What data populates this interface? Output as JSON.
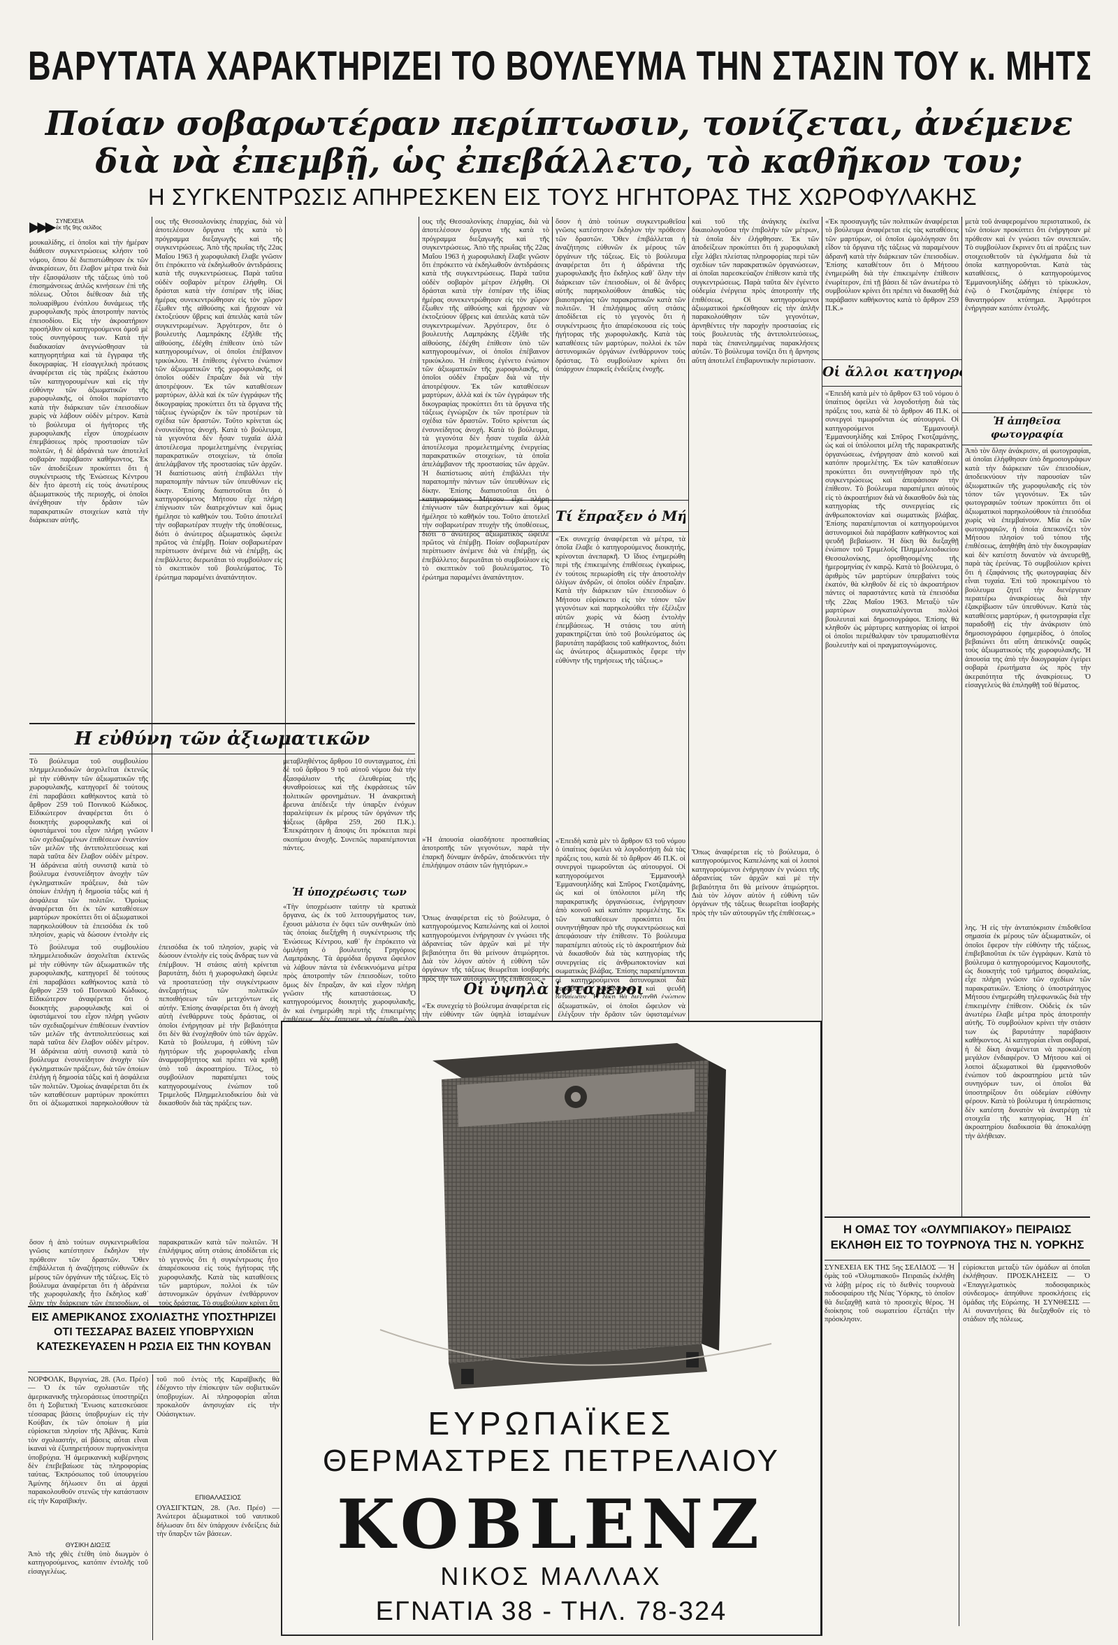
{
  "headline": {
    "main": "ΒΑΡΥΤΑΤΑ ΧΑΡΑΚΤΗΡΙΖΕΙ ΤΟ ΒΟΥΛΕΥΜΑ ΤΗΝ ΣΤΑΣΙΝ ΤΟΥ κ. ΜΗΤΣΟΥ",
    "italic_line1": "Ποίαν σοβαρωτέραν περίπτωσιν, τονίζεται, ἀνέμενε",
    "italic_line2": "διὰ νὰ ἐπεμβῇ, ὡς ἐπεβάλλετο, τὸ καθῆκον του;",
    "subtitle": "Η ΣΥΓΚΕΝΤΡΩΣΙΣ ΑΠΗΡΕΣΚΕΝ ΕΙΣ ΤΟΥΣ ΗΓΗΤΟΡΑΣ ΤΗΣ ΧΩΡΟΦΥΛΑΚΗΣ"
  },
  "col1_top": {
    "arrows": "▶▶▶",
    "continuation": "ΣΥΝΕΧΕΙΑ\nἐκ τῆς 9ης σελίδος",
    "body": "μουκαλίδης, εἰ ὁποῖοι καὶ τὴν ἡμέραν διάθεσιν συγκεντρώσεως κλήσιν τοῦ νόμου, ὅπου δὲ διεπιστώθησαν ἐκ τῶν ἀνακρίσεων, ὅτι ἔλαβον μέτρα τινὰ διὰ τὴν ἐξασφάλισιν τῆς τάξεως ὑπὸ τοῦ ἐπισημάνσεως ἁπλῶς κινήσεων ἐπὶ τῆς πόλεως. Οὗτοι διέθεσαν διὰ τῆς πολυαρίθμου ἐνόπλου δυνάμεως τῆς χωροφυλακῆς πρὸς ἀποτροπὴν παντὸς ἐπεισοδίου. Εἰς τὴν ἀκροατήριον προσήλθον οἱ κατηγορούμενοι ὁμοῦ μὲ τοὺς συνηγόρους των. Κατὰ τὴν διαδικασίαν ἀνεγνώσθησαν τὰ κατηγορητήρια καὶ τὰ ἔγγραφα τῆς δικογραφίας. Ἡ εἰσαγγελικὴ πρότασις ἀναφέρεται εἰς τὰς πράξεις ἑκάστου τῶν κατηγορουμένων καὶ εἰς τὴν εὐθύνην τῶν ἀξιωματικῶν τῆς χωροφυλακῆς, οἱ ὁποῖοι παρίσταντο κατὰ τὴν διάρκειαν τῶν ἐπεισοδίων χωρὶς νὰ λάβουν οὐδὲν μέτρον. Κατὰ τὸ βούλευμα οἱ ἡγήτορες τῆς χωροφυλακῆς εἶχον ὑποχρέωσιν ἐπεμβάσεως πρὸς προστασίαν τῶν πολιτῶν, ἡ δὲ ἀδράνειά των ἀποτελεῖ σοβαρὰν παράβασιν καθήκοντος. Ἐκ τῶν ἀποδείξεων προκύπτει ὅτι ἡ συγκέντρωσις τῆς Ἑνώσεως Κέντρου δὲν ἦτο ἀρεστὴ εἰς τοὺς ἀνωτέρους ἀξιωματικοὺς τῆς περιοχῆς, οἱ ὁποῖοι ἀνέχθησαν τὴν δρᾶσιν τῶν παρακρατικῶν στοιχείων κατὰ τὴν διάρκειαν αὐτῆς."
  },
  "section_accountability": {
    "title": "Η εὐθύνη τῶν ἀξιωματικῶν",
    "body_left": "Τὸ βούλευμα τοῦ συμβουλίου πλημμελειοδικῶν ἀσχολεῖται ἐκτενῶς μὲ τὴν εὐθύνην τῶν ἀξιωματικῶν τῆς χωροφυλακῆς, κατηγορεῖ δὲ τούτους ἐπὶ παραβάσει καθήκοντος κατὰ τὸ ἄρθρον 259 τοῦ Ποινικοῦ Κώδικος. Εἰδικώτερον ἀναφέρεται ὅτι ὁ διοικητὴς χωροφυλακῆς καὶ οἱ ὑφιστάμενοί του εἶχον πλήρη γνῶσιν τῶν σχεδιαζομένων ἐπιθέσεων ἐναντίον τῶν μελῶν τῆς ἀντιπολιτεύσεως καὶ παρὰ ταῦτα δὲν ἔλαβον οὐδὲν μέτρον. Ἡ ἀδράνεια αὐτὴ συνιστᾷ κατὰ τὸ βούλευμα ἐνσυνείδητον ἀνοχὴν τῶν ἐγκληματικῶν πράξεων, διὰ τῶν ὁποίων ἐπλήγη ἡ δημοσία τάξις καὶ ἡ ἀσφάλεια τῶν πολιτῶν. Ὁμοίως ἀναφέρεται ὅτι ἐκ τῶν καταθέσεων μαρτύρων προκύπτει ὅτι οἱ ἀξιωματικοὶ παρηκολούθουν τὰ ἐπεισόδια ἐκ τοῦ πλησίον, χωρὶς νὰ δώσουν ἐντολὴν εἰς τοὺς ἄνδρας των νὰ ἐπέμβουν. Ἡ στάσις αὐτὴ κρίνεται βαρυτάτη, διότι ἡ χωροφυλακὴ ὤφειλε νὰ προστατεύσῃ τὴν συγκέντρωσιν ἀνεξαρτήτως τῶν πολιτικῶν πεποιθήσεων τῶν μετεχόντων εἰς αὐτήν. Ἐπίσης ἀναφέρεται ὅτι ἡ ἀνοχὴ αὐτὴ ἐνεθάρρυνε τοὺς δράστας, οἱ ὁποῖοι ἐνήργησαν μὲ τὴν βεβαιότητα ὅτι δὲν θὰ ἐνοχληθοῦν ὑπὸ τῶν ἀρχῶν. Κατὰ τὸ βούλευμα, ἡ εὐθύνη τῶν ἡγητόρων τῆς χωροφυλακῆς εἶναι ἀναμφισβήτητος καὶ πρέπει νὰ κριθῇ ὑπὸ τοῦ ἀκροατηρίου. Τέλος, τὸ συμβούλιον παραπέμπει τοὺς κατηγορουμένους ἐνώπιον τοῦ Τριμελοῦς Πλημμελειοδικείου διὰ νὰ δικασθοῦν διὰ τὰς πράξεις των.",
    "body_right": "μεταβληθέντος ἄρθρου 10 συνταγματος, ἐπὶ δὲ τοῦ ἄρθρου 9 τοῦ αὐτοῦ νόμου διὰ τὴν ἐξασφάλισιν τῆς ἐλευθερίας τῆς συναθροίσεως καὶ τῆς ἐκφράσεως τῶν πολιτικῶν φρονημάτων. Ἡ ἀνακριτικὴ ἔρευνα ἀπέδειξε τὴν ὑπαρξιν ἐνόχων παραλείψεων ἐκ μέρους τῶν ὀργάνων τῆς τάξεως (ἄρθρα 259, 260 Π.Κ.). Ἐπεκράτησεν ἡ ἄποψις ὅτι πρόκειται περὶ σκοπίμου ἀνοχῆς. Συνεπῶς παραπέμπονται πάντες.",
    "body_obligation_title": "Ἡ ὑποχρέωσις των",
    "body_obligation": "«Τὴν ὑποχρέωσιν ταύτην τὰ κρατικὰ ὄργανα, ὡς ἐκ τοῦ λειτουργήματος των, ἔχουσι μάλιστα ἐν ὄψει τῶν συνθηκῶν ὑπὸ τὰς ὁποίας διεξήχθη ἡ συγκέντρωσις τῆς Ἑνώσεως Κέντρου, καθ᾿ ἣν ἐπρόκειτο νὰ ὁμιλήσῃ ὁ βουλευτὴς Γρηγόριος Λαμπράκης. Τὰ ἀρμόδια ὄργανα ὤφειλον νὰ λάβουν πάντα τὰ ἐνδεικνυόμενα μέτρα πρὸς ἀποτροπὴν τῶν ἐπεισοδίων, τοῦτο ὅμως δὲν ἔπραξαν, ἂν καὶ εἶχον πλήρη γνῶσιν τῆς καταστάσεως. Ὁ κατηγορούμενος διοικητὴς χωροφυλακῆς, ἂν καὶ ἐνημερώθη περὶ τῆς ἐπικειμένης ἐπιθέσεως, δὲν ἔσπευσε νὰ ἐπέμβῃ, ἐνῷ ἠδύνατο διὰ τῶν διαθεσίμων δυνάμεων νὰ ἀποτρέψῃ τὸ ἔγκλημα. Ἐκ τούτων συνάγεται ὅτι ἡ ἀδράνεια ἦτο ἐσκεμμένη.»"
  },
  "col3": {
    "body": "ους τῆς Θεσσαλονίκης ἐπαρχίας, διὰ νὰ ἀποτελέσουν ὄργανα τῆς κατὰ τὸ πρόγραμμα διεξαγωγῆς καὶ τῆς συγκεντρώσεως. Ἀπὸ τῆς πρωΐας τῆς 22ας Μαΐου 1963 ἡ χωροφυλακὴ ἔλαβε γνῶσιν ὅτι ἐπρόκειτο νὰ ἐκδηλωθοῦν ἀντιδράσεις κατὰ τῆς συγκεντρώσεως. Παρὰ ταῦτα οὐδὲν σοβαρὸν μέτρον ἐλήφθη. Οἱ δράσται κατὰ τὴν ἐσπέραν τῆς ἰδίας ἡμέρας συνεκεντρώθησαν εἰς τὸν χῶρον ἔξωθεν τῆς αἰθούσης καὶ ἤρχισαν νὰ ἐκτοξεύουν ὕβρεις καὶ ἀπειλὰς κατὰ τῶν συγκεντρωμένων. Ἀργότερον, ὅτε ὁ βουλευτὴς Λαμπράκης ἐξῆλθε τῆς αἰθούσης, ἐδέχθη ἐπίθεσιν ὑπὸ τῶν κατηγορουμένων, οἱ ὁποῖοι ἐπέβαινον τρικύκλου. Ἡ ἐπίθεσις ἐγένετο ἐνώπιον τῶν ἀξιωματικῶν τῆς χωροφυλακῆς, οἱ ὁποῖοι οὐδὲν ἔπραξαν διὰ νὰ τὴν ἀποτρέψουν. Ἐκ τῶν καταθέσεων μαρτύρων, ἀλλὰ καὶ ἐκ τῶν ἐγγράφων τῆς δικογραφίας προκύπτει ὅτι τὰ ὄργανα τῆς τάξεως ἐγνώριζον ἐκ τῶν προτέρων τὰ σχέδια τῶν δραστῶν. Τοῦτο κρίνεται ὡς ἐνσυνείδητος ἀνοχή. Κατὰ τὸ βούλευμα, τὰ γεγονότα δὲν ἦσαν τυχαῖα ἀλλὰ ἀποτέλεσμα προμελετημένης ἐνεργείας παρακρατικῶν στοιχείων, τὰ ὁποῖα ἀπελάμβανον τῆς προστασίας τῶν ἀρχῶν. Ἡ διαπίστωσις αὐτὴ ἐπιβάλλει τὴν παραπομπὴν πάντων τῶν ὑπευθύνων εἰς δίκην. Ἐπίσης διαπιστοῦται ὅτι ὁ κατηγορούμενος Μήτσου εἶχε πλήρη ἐπίγνωσιν τῶν διατρεχόντων καὶ ὅμως ἠμέλησε τὸ καθῆκόν του. Τοῦτο ἀποτελεῖ τὴν σοβαρωτέραν πτυχὴν τῆς ὑποθέσεως, διότι ὁ ἀνώτερος ἀξιωματικὸς ὤφειλε πρῶτος νὰ ἐπέμβῃ. Ποίαν σοβαρωτέραν περίπτωσιν ἀνέμενε διὰ νὰ ἐπέμβῃ, ὡς ἐπεβάλλετο; διερωτᾶται τὸ συμβούλιον εἰς τὸ σκεπτικὸν τοῦ βουλεύματος. Τὸ ἐρώτημα παραμένει ἀναπάντητον.",
    "closing": "»Ἡ ἀπουσία οἱασδήποτε προσπαθείας ἀποτροπῆς τῶν γεγονότων, παρὰ τὴν ἐπαρκῆ δύναμιν ἀνδρῶν, ἀποδεικνύει τὴν ἐπιλήψιμον στάσιν τῶν ἡγητόρων.»"
  },
  "col4": {
    "body": "ὅσον ἡ ἀπὸ τούτων συγκεντρωθεῖσα γνῶσις κατέστησεν ἔκδηλον τὴν πρόθεσιν τῶν δραστῶν. Ὅθεν ἐπιβάλλεται ἡ ἀναζήτησις εὐθυνῶν ἐκ μέρους τῶν ὀργάνων τῆς τάξεως. Εἰς τὸ βούλευμα ἀναφέρεται ὅτι ἡ ἀδράνεια τῆς χωροφυλακῆς ἦτο ἔκδηλος καθ᾿ ὅλην τὴν διάρκειαν τῶν ἐπεισοδίων, οἱ δὲ ἄνδρες αὐτῆς παρηκολούθουν ἀπαθῶς τὰς βιαιοπραγίας τῶν παρακρατικῶν κατὰ τῶν πολιτῶν. Ἡ ἐπιλήψιμος αὕτη στάσις ἀποδίδεται εἰς τὸ γεγονὸς ὅτι ἡ συγκέντρωσις ἦτο ἀπαρέσκουσα εἰς τοὺς ἡγήτορας τῆς χωροφυλακῆς. Κατὰ τὰς καταθέσεις τῶν μαρτύρων, πολλοὶ ἐκ τῶν ἀστυνομικῶν ὀργάνων ἐνεθάρρυνον τοὺς δράστας. Τὸ συμβούλιον κρίνει ὅτι ὑπάρχουν ἐπαρκεῖς ἐνδείξεις ἐνοχῆς.",
    "section_title": "Τί ἔπραξεν ὁ Μήτσου",
    "section_body": "«Ἐκ συνεχείᾳ ἀναφέρεται νὰ μέτρα, τὰ ὁποῖα ἔλαβε ὁ κατηγορούμενος διοικητής, κρίνονται ἀνεπαρκῆ. Ὁ ἴδιος ἐνημερώθη περὶ τῆς ἐπικειμένης ἐπιθέσεως ἐγκαίρως, ἐν τούτοις περιωρίσθη εἰς τὴν ἀποστολὴν ὀλίγων ἀνδρῶν, οἱ ὁποῖοι οὐδὲν ἔπραξαν. Κατὰ τὴν διάρκειαν τῶν ἐπεισοδίων ὁ Μήτσου εὑρίσκετο εἰς τὸν τόπον τῶν γεγονότων καὶ παρηκολούθει τὴν ἐξέλιξιν αὐτῶν χωρὶς νὰ δώσῃ ἐντολὴν ἐπεμβάσεως. Ἡ στάσις του αὐτὴ χαρακτηρίζεται ὑπὸ τοῦ βουλεύματος ὡς βαρυτάτη παράβασις τοῦ καθήκοντος, διότι ὡς ἀνώτερος ἀξιωματικὸς ἔφερε τὴν εὐθύνην τῆς τηρήσεως τῆς τάξεως.»",
    "section2_title": "Οἱ ὑψηλὰ ἱστάμενοι",
    "section2_body": "«Ἐκ συνεχείᾳ τὸ βούλευμα ἀναφέρεται εἰς τὴν εὐθύνην τῶν ὑψηλὰ ἱσταμένων ἀξιωματικῶν, οἱ ὁποῖοι ὤφειλον νὰ ἐλέγξουν τὴν δρᾶσιν τῶν ὑφισταμένων των.»"
  },
  "col5": {
    "body": "καὶ τοῦ τῆς ἀνάγκης ἐκεῖνα δικαιολογοῦσα τὴν ἐπιβολὴν τῶν μέτρων, τὰ ὁποῖα δὲν ἐλήφθησαν. Ἐκ τῶν ἀποδείξεων προκύπτει ὅτι ἡ χωροφυλακὴ εἶχε λάβει πλείστας πληροφορίας περὶ τῶν σχεδίων τῶν παρακρατικῶν ὀργανώσεων, αἱ ὁποῖαι παρεσκεύαζον ἐπίθεσιν κατὰ τῆς συγκεντρώσεως. Παρὰ ταῦτα δὲν ἐγένετο οὐδεμία ἐνέργεια πρὸς ἀποτροπὴν τῆς ἐπιθέσεως. Οἱ κατηγορούμενοι ἀξιωματικοὶ ἠρκέσθησαν εἰς τὴν ἁπλῆν παρακολούθησιν τῶν γεγονότων, ἀρνηθέντες τὴν παροχὴν προστασίας εἰς τοὺς βουλευτὰς τῆς ἀντιπολιτεύσεως, παρὰ τὰς ἐπανειλημμένας παρακλήσεις αὐτῶν. Τὸ βούλευμα τονίζει ὅτι ἡ ἄρνησις αὕτη ἀποτελεῖ ἐπιβαρυντικὴν περίστασιν.",
    "closing": "Ὅπως ἀναφέρεται εἰς τὸ βούλευμα, ὁ κατηγορούμενος Καπελώνης καὶ οἱ λοιποὶ κατηγορούμενοι ἐνήργησαν ἐν γνώσει τῆς ἀδρανείας τῶν ἀρχῶν καὶ μὲ τὴν βεβαιότητα ὅτι θὰ μείνουν ἀτιμώρητοι. Διὰ τὸν λόγον αὐτὸν ἡ εὐθύνη τῶν ὀργάνων τῆς τάξεως θεωρεῖται ἰσοβαρὴς πρὸς τὴν τῶν αὐτουργῶν τῆς ἐπιθέσεως.»"
  },
  "col6": {
    "top": "«Ἐκ προσαγωγῆς τῶν πολιτικῶν ἀναφέρεται τὸ βούλευμα ἀναφέρεται εἰς τὰς καταθέσεις τῶν μαρτύρων, οἱ ὁποῖοι ὡμολόγησαν ὅτι εἶδον τὰ ὄργανα τῆς τάξεως νὰ παραμένουν ἀδρανῆ κατὰ τὴν διάρκειαν τῶν ἐπεισοδίων. Ἐπίσης καταθέτουν ὅτι ὁ Μήτσου ἐνημερώθη διὰ τὴν ἐπικειμένην ἐπίθεσιν ἐνωρίτερον, ἐπὶ τῇ βάσει δὲ τῶν ἀνωτέρω τὸ συμβούλιον κρίνει ὅτι πρέπει νὰ δικασθῇ διὰ παράβασιν καθήκοντος κατὰ τὸ ἄρθρον 259 Π.Κ.»",
    "section_title": "Οἱ ἄλλοι κατηγορούμενοι",
    "section_body": "«Ἐπειδὴ κατὰ μὲν τὸ ἄρθρον 63 τοῦ νόμου ὁ ὑπαίτιος ὀφείλει νὰ λογοδοτήσῃ διὰ τὰς πράξεις του, κατὰ δὲ τὸ ἄρθρον 46 Π.Κ. οἱ συνεργοὶ τιμωροῦνται ὡς αὐτουργοί. Οἱ κατηγορούμενοι Ἐμμανουὴλ Ἐμμανουηλίδης καὶ Σπῦρος Γκοτζαμάνης, ὡς καὶ οἱ ὑπόλοιποι μέλη τῆς παρακρατικῆς ὀργανώσεως, ἐνήργησαν ἀπὸ κοινοῦ καὶ κατόπιν προμελέτης. Ἐκ τῶν καταθέσεων προκύπτει ὅτι συνηντήθησαν πρὸ τῆς συγκεντρώσεως καὶ ἀπεφάσισαν τὴν ἐπίθεσιν. Τὸ βούλευμα παραπέμπει αὐτοὺς εἰς τὸ ἀκροατήριον διὰ νὰ δικασθοῦν διὰ τὰς κατηγορίας τῆς συνεργείας εἰς ἀνθρωποκτονίαν καὶ σωματικὰς βλάβας. Ἐπίσης παραπέμπονται οἱ κατηγορούμενοι ἀστυνομικοὶ διὰ παράβασιν καθήκοντος καὶ ψευδῆ βεβαίωσιν. Ἡ δίκη θὰ διεξαχθῇ ἐνώπιον τοῦ Τριμελοῦς Πλημμελειοδικείου Θεσσαλονίκης, ὁρισθησομένης τῆς ἡμερομηνίας ἐν καιρῷ. Κατὰ τὸ βούλευμα, ὁ ἀριθμὸς τῶν μαρτύρων ὑπερβαίνει τοὺς ἑκατόν, θὰ κληθοῦν δὲ εἰς τὸ ἀκροατήριον πάντες οἱ παραστάντες κατὰ τὰ ἐπεισόδια τῆς 22ας Μαΐου 1963. Μεταξὺ τῶν μαρτύρων συγκαταλέγονται πολλοὶ βουλευταὶ καὶ δημοσιογράφοι. Ἐπίσης θὰ κληθοῦν ὡς μάρτυρες κατηγορίας οἱ ἰατροὶ οἱ ὁποῖοι περιέθαλψαν τὸν τραυματισθέντα βουλευτὴν καὶ οἱ πραγματογνώμονες."
  },
  "col7": {
    "body": "μετὰ τοῦ ἀναφερομένου περιστατικοῦ, ἐκ τῶν ὁποίων προκύπτει ὅτι ἐνήργησαν μὲ πρόθεσιν καὶ ἐν γνώσει τῶν συνεπειῶν. Τὸ συμβούλιον ἔκρινεν ὅτι αἱ πράξεις των στοιχειοθετοῦν τὰ ἐγκλήματα διὰ τὰ ὁποῖα κατηγοροῦνται. Κατὰ τὰς καταθέσεις, ὁ κατηγορούμενος Ἐμμανουηλίδης ὡδήγει τὸ τρίκυκλον, ἐνῷ ὁ Γκοτζαμάνης ἐπέφερε τὸ θανατηφόρον κτύπημα. Ἀμφότεροι ἐνήργησαν κατόπιν ἐντολῆς.",
    "section_title": "Ἡ ἀπηθεῖσα φωτογραφία",
    "section_body": "Ἀπὸ τὸν ὅλην ἀνάκρισιν, αἱ φωτογραφίαι, αἱ ὁποῖαι ἐλήφθησαν ὑπὸ δημοσιογράφων κατὰ τὴν διάρκειαν τῶν ἐπεισοδίων, ἀποδεικνύουν τὴν παρουσίαν τῶν ἀξιωματικῶν τῆς χωροφυλακῆς εἰς τὸν τόπον τῶν γεγονότων. Ἐκ τῶν φωτογραφιῶν τούτων προκύπτει ὅτι οἱ ἀξιωματικοὶ παρηκολούθουν τὰ ἐπεισόδια χωρὶς νὰ ἐπεμβαίνουν. Μία ἐκ τῶν φωτογραφιῶν, ἡ ὁποία ἀπεικονίζει τὸν Μήτσου πλησίον τοῦ τόπου τῆς ἐπιθέσεως, ἀπηθήθη ἀπὸ τὴν δικογραφίαν καὶ δὲν κατέστη δυνατὸν νὰ ἀνευρεθῇ, παρὰ τὰς ἐρεύνας. Τὸ συμβούλιον κρίνει ὅτι ἡ ἐξαφάνισις τῆς φωτογραφίας δὲν εἶναι τυχαία. Ἐπὶ τοῦ προκειμένου τὸ βούλευμα ζητεῖ τὴν διενέργειαν περαιτέρω ἀνακρίσεως διὰ τὴν ἐξακρίβωσιν τῶν ὑπευθύνων. Κατὰ τὰς καταθέσεις μαρτύρων, ἡ φωτογραφία εἶχε παραδοθῇ εἰς τὴν ἀνάκρισιν ὑπὸ δημοσιογράφου ἐφημερίδος, ὁ ὁποῖος βεβαιώνει ὅτι αὕτη ἀπεικόνιζε σαφῶς τοὺς ἀξιωματικοὺς τῆς χωροφυλακῆς. Ἡ ἀπουσία της ἀπὸ τὴν δικογραφίαν ἐγείρει σοβαρὰ ἐρωτήματα ὡς πρὸς τὴν ἀκεραιότητα τῆς ἀνακρίσεως. Ὁ εἰσαγγελεὺς θὰ ἐπιληφθῇ τοῦ θέματος."
  },
  "col8": {
    "body": "λης. Ἡ εἰς τὴν ἀνταπόκρισιν ἐπιδοθεῖσα σημασία ἐκ μέρους τῶν ἀξιωματικῶν, οἱ ὁποῖοι ἔφερον τὴν εὐθύνην τῆς τάξεως, ἐπιβεβαιοῦται ἐκ τῶν ἐγγράφων. Κατὰ τὸ βούλευμα ὁ κατηγορούμενος Καμουτσῆς, ὡς διοικητὴς τοῦ τμήματος ἀσφαλείας, εἶχε πλήρη γνῶσιν τῶν σχεδίων τῶν παρακρατικῶν. Ἐπίσης ὁ ὑποστράτηγος Μήτσου ἐνημερώθη τηλεφωνικῶς διὰ τὴν ἐπικειμένην ἐπίθεσιν. Οὐδεὶς ἐκ τῶν ἀνωτέρω ἔλαβε μέτρα πρὸς ἀποτροπὴν αὐτῆς. Τὸ συμβούλιον κρίνει τὴν στάσιν των ὡς βαρυτάτην παράβασιν καθήκοντος. Αἱ κατηγορίαι εἶναι σοβαραί, ἡ δὲ δίκη ἀναμένεται νὰ προκαλέσῃ μεγάλον ἐνδιαφέρον. Ὁ Μήτσου καὶ οἱ λοιποὶ ἀξιωματικοὶ θὰ ἐμφανισθοῦν ἐνώπιον τοῦ ἀκροατηρίου μετὰ τῶν συνηγόρων των, οἱ ὁποῖοι θὰ ὑποστηρίξουν ὅτι οὐδεμίαν εὐθύνην φέρουν. Κατὰ τὸ βούλευμα ἡ ὑπεράσπισις δὲν κατέστη δυνατὸν νὰ ἀνατρέψῃ τὰ στοιχεῖα τῆς κατηγορίας. Ἡ ἐπ᾿ ἀκροατηρίου διαδικασία θὰ ἀποκαλύψῃ τὴν ἀλήθειαν."
  },
  "story_cuba": {
    "title": "ΕΙΣ ΑΜΕΡΙΚΑΝΟΣ ΣΧΟΛΙΑΣΤΗΣ ΥΠΟΣΤΗΡΙΖΕΙ ΟΤΙ ΤΕΣΣΑΡΑΣ ΒΑΣΕΙΣ ΥΠΟΒΡΥΧΙΩΝ ΚΑΤΕΣΚΕΥΑΣΕΝ Η ΡΩΣΙΑ ΕΙΣ ΤΗΝ ΚΟΥΒΑΝ",
    "body": "ΝΟΡΦΟΛΚ, Βιργινίας, 28. (Ἀσ. Πρέσ) — Ὁ ἐκ τῶν σχολιαστῶν τῆς ἀμερικανικῆς τηλεοράσεως ὑποστηρίζει ὅτι ἡ Σοβιετικὴ Ἕνωσις κατεσκεύασε τέσσαρας βάσεις ὑποβρυχίων εἰς τὴν Κούβαν, ἐκ τῶν ὁποίων ἡ μία εὑρίσκεται πλησίον τῆς Ἀβάνας. Κατὰ τὸν σχολιαστήν, αἱ βάσεις αὗται εἶναι ἱκαναὶ νὰ ἐξυπηρετήσουν πυρηνοκίνητα ὑποβρύχια. Ἡ ἀμερικανικὴ κυβέρνησις δὲν ἐπεβεβαίωσε τὰς πληροφορίας ταύτας. Ἐκπρόσωπος τοῦ ὑπουργείου Ἀμύνης δήλωσεν ὅτι αἱ ἀρχαὶ παρακολουθοῦν στενῶς τὴν κατάστασιν εἰς τὴν Καραϊβικήν.",
    "sub_label": "ΘΥΣΙΚΗ ΔΙΩΞΙΣ",
    "sub_body": "Ἀπὸ τῆς χθὲς ἐτέθη ὑπὸ διωγμὸν ὁ κατηγορούμενος, κατόπιν ἐντολῆς τοῦ εἰσαγγελέως.",
    "right_body": "τοῦ ποῦ ἐντὸς τῆς Καραϊβικῆς θὰ ἐδέχοντο τὴν ἐπίσκεψιν τῶν σοβιετικῶν ὑποβρυχίων. Αἱ πληροφορίαι αὗται προκαλοῦν ἀνησυχίαν εἰς τὴν Οὐάσιγκτων.",
    "right_label": "ΕΠΙΘΑΛΑΣΣΙΟΣ",
    "right_body2": "ΟΥΑΣΙΓΚΤΩΝ, 28. (Ἀσ. Πρέσ) — Ἀνώτεροι ἀξιωματικοὶ τοῦ ναυτικοῦ δήλωσαν ὅτι δὲν ὑπάρχουν ἐνδείξεις διὰ τὴν ὕπαρξιν τῶν βάσεων."
  },
  "story_olympiakos": {
    "title": "Η ΟΜΑΣ ΤΟΥ «ΟΛΥΜΠΙΑΚΟΥ» ΠΕΙΡΑΙΩΣ ΕΚΛΗΘΗ ΕΙΣ ΤΟ ΤΟΥΡΝΟΥΑ ΤΗΣ Ν. ΥΟΡΚΗΣ",
    "left_body": "ΣΥΝΕΧΕΙΑ ΕΚ ΤΗΣ 5ης ΣΕΛΙΔΟΣ — Ἡ ὁμὰς τοῦ «Ὀλυμπιακοῦ» Πειραιῶς ἐκλήθη νὰ λάβῃ μέρος εἰς τὸ διεθνὲς τουρνουὰ ποδοσφαίρου τῆς Νέας Ὑόρκης, τὸ ὁποῖον θὰ διεξαχθῇ κατὰ τὸ προσεχὲς θέρος. Ἡ διοίκησις τοῦ σωματείου ἐξετάζει τὴν πρόσκλησιν.",
    "right_body": "εὑρίσκεται μεταξὺ τῶν ὁμάδων αἱ ὁποῖαι ἐκλήθησαν. ΠΡΟΣΚΛΗΣΕΙΣ — Ὁ «Ἐπαγγελματικὸς ποδοσφαιρικὸς σύνδεσμος» ἀπηύθυνε προσκλήσεις εἰς ὁμάδας τῆς Εὐρώπης. Ἡ ΣΥΝΘΕΣΙΣ — Αἱ συναντήσεις θὰ διεξαχθοῦν εἰς τὸ στάδιον τῆς πόλεως."
  },
  "advertisement": {
    "line1": "ΕΥΡΩΠΑΪΚΕΣ",
    "line2": "ΘΕΡΜΑΣΤΡΕΣ ΠΕΤΡΕΛΑΙΟΥ",
    "brand": "KOBLENZ",
    "dealer": "ΝΙΚΟΣ ΜΑΛΛΑΧ",
    "address": "ΕΓΝΑΤΙΑ 38 - ΤΗΛ. 78-324"
  }
}
